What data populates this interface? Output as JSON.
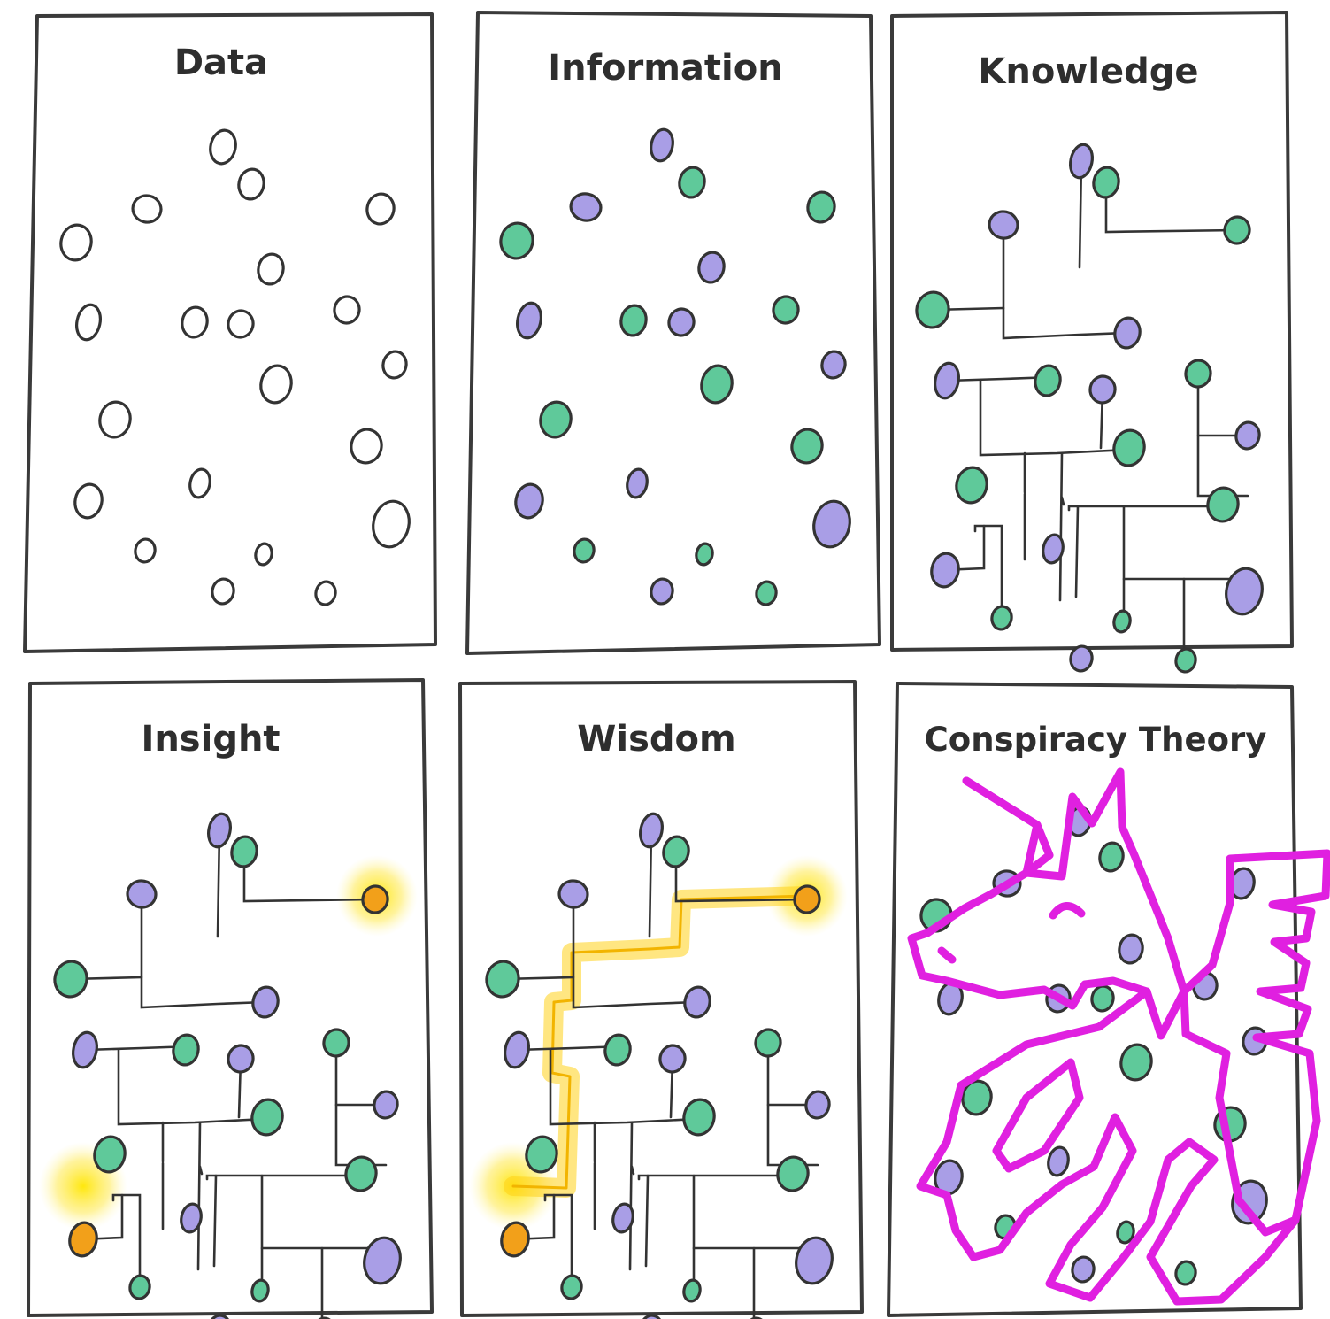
{
  "panels": [
    {
      "title": "Data"
    },
    {
      "title": "Information"
    },
    {
      "title": "Knowledge"
    },
    {
      "title": "Insight"
    },
    {
      "title": "Wisdom"
    },
    {
      "title": "Conspiracy Theory"
    }
  ],
  "colors": {
    "outline": "#333333",
    "green": "#5fc99a",
    "purple": "#a99ee6",
    "glow": "#ffd21a",
    "highlight_dot": "#f2a01a",
    "dragon": "#e020e0"
  }
}
